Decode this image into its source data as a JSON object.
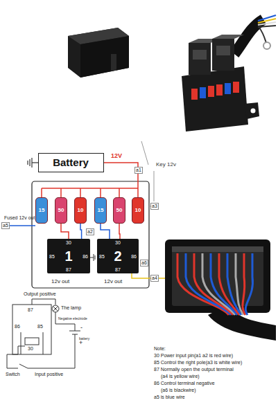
{
  "diagram": {
    "nodes": [
      {
        "text": [
          "Battery"
        ]
      },
      {
        "text": [
          "15"
        ]
      },
      {
        "text": [
          "50"
        ]
      },
      {
        "text": [
          "10"
        ]
      },
      {
        "text": [
          "15"
        ]
      },
      {
        "text": [
          "50"
        ]
      },
      {
        "text": [
          "10"
        ]
      },
      {
        "text": [
          "30",
          "85",
          "1",
          "86",
          "87"
        ]
      },
      {
        "text": [
          "30",
          "85",
          "2",
          "86",
          "87"
        ]
      }
    ],
    "edges": [
      {
        "from": 2,
        "to": 7,
        "arrow": "none"
      },
      {
        "from": 3,
        "to": 7,
        "arrow": "none"
      },
      {
        "from": 4,
        "to": 8,
        "arrow": "none"
      },
      {
        "from": 5,
        "to": 8,
        "arrow": "none"
      },
      {
        "from": 0,
        "to": 6,
        "arrow": "none"
      }
    ],
    "labels": [
      "12V",
      "Key 12v",
      "a1",
      "a3",
      "a2",
      "a5",
      "Fused 12v out",
      "a6",
      "12v out",
      "12v out",
      "a4",
      "Output positive",
      "The lamp",
      "87",
      "86",
      "85",
      "30",
      "Negative electrode",
      "battery",
      "+",
      "-",
      "Switch",
      "Input positive",
      "Note:",
      "30 Power input pin(a1 a2 is red wire)",
      "85 Control the right pole(a3 is white wire)",
      "87 Normally open the output terminal",
      "(a4 is yellow wire)",
      "86 Control terminal negative",
      "(a6 is blackwire)",
      "a5 is blue wire"
    ]
  }
}
